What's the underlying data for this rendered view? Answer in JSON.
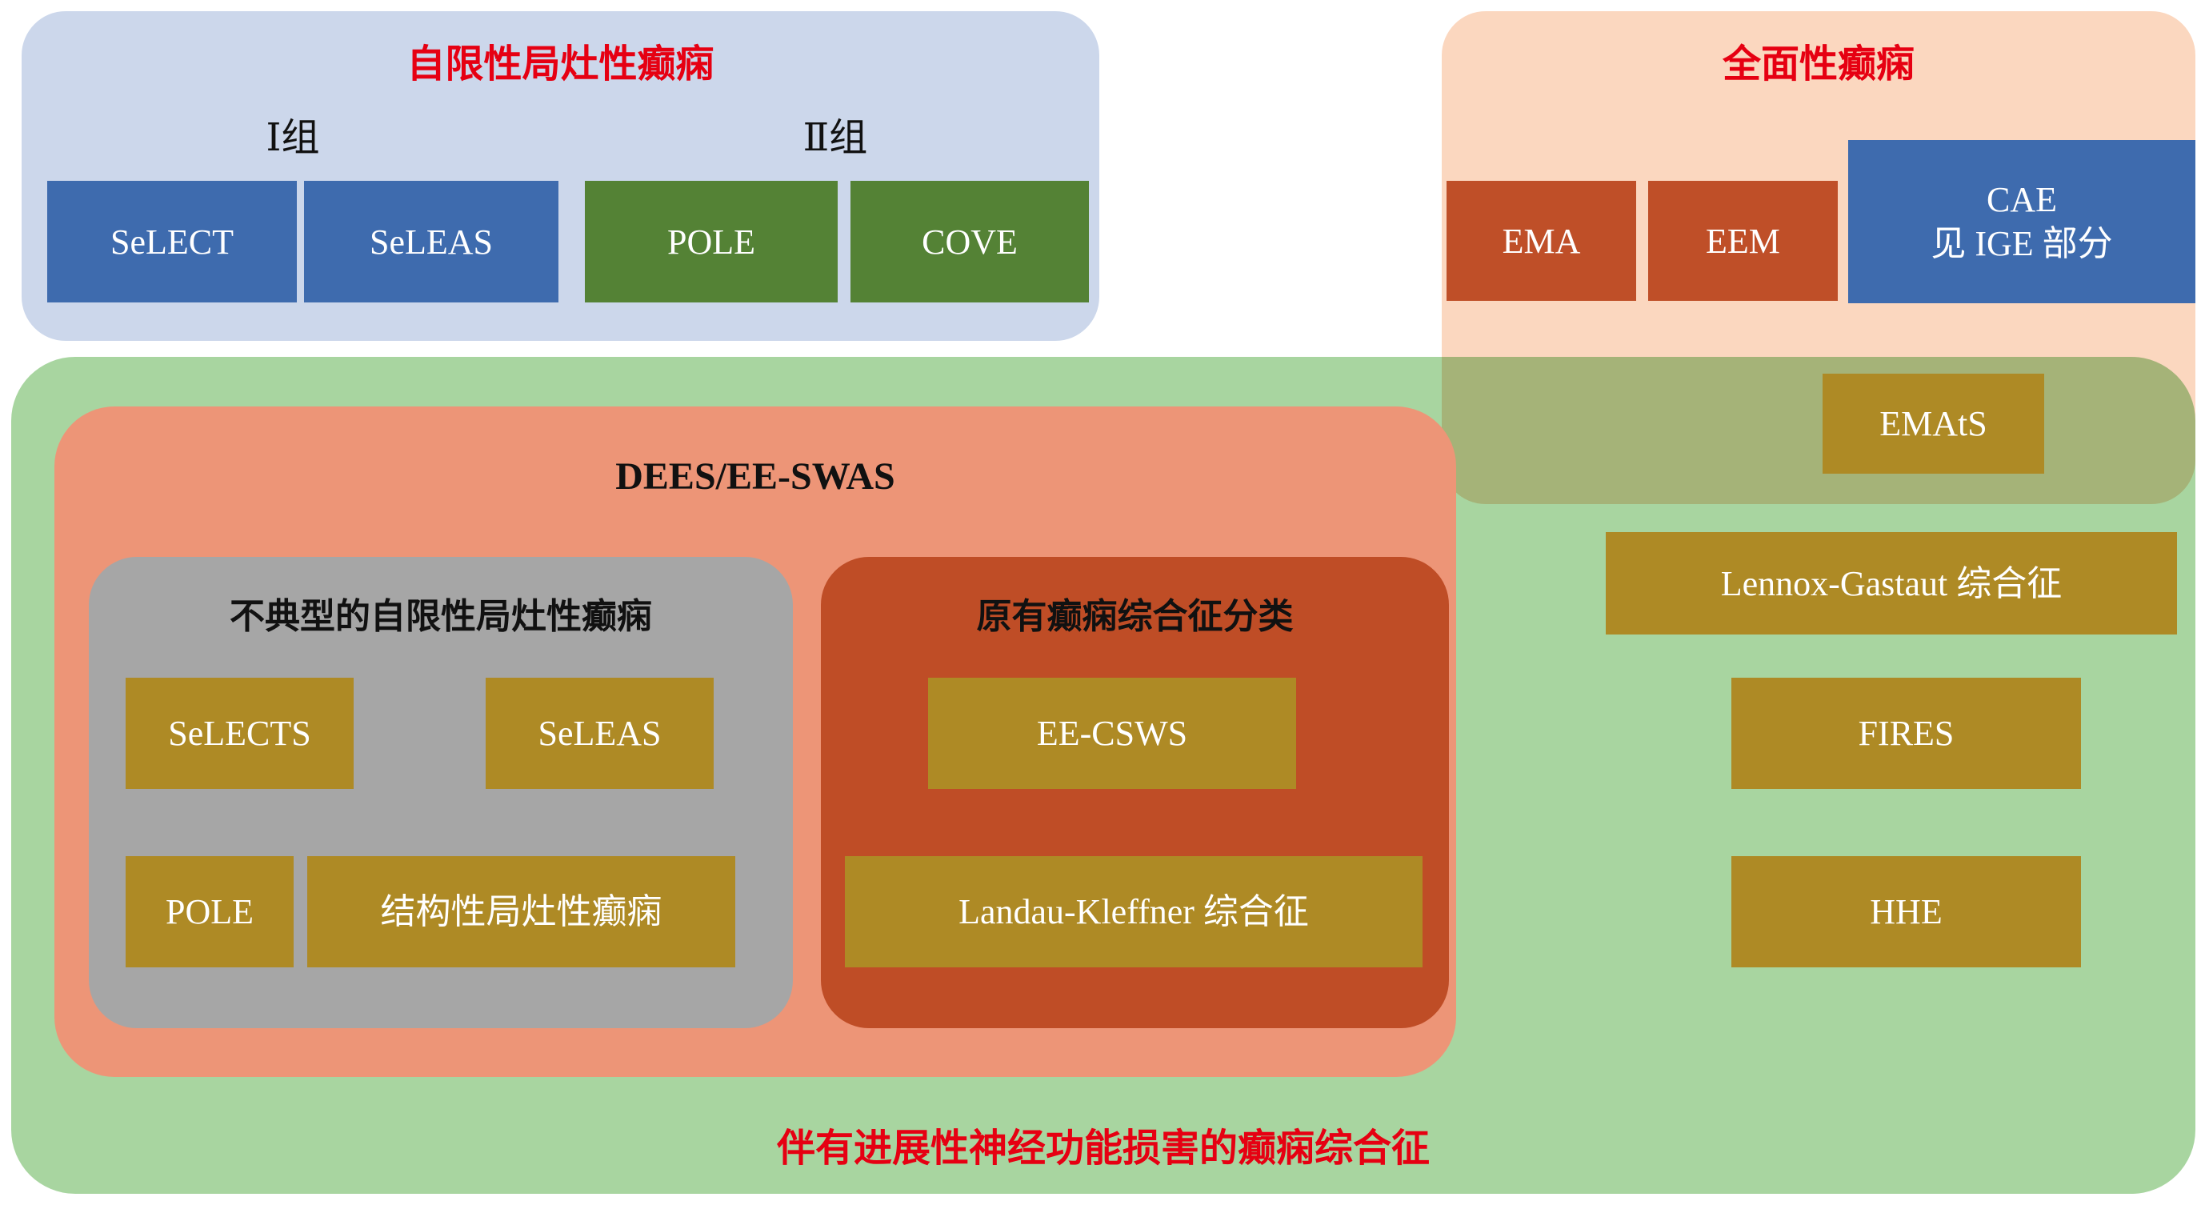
{
  "colors": {
    "redTitle": "#e60012",
    "lavender": "#ccd7eb",
    "peach": "#fbd7bf",
    "bigGreen": "#a8d5a0",
    "salmon": "#ed9577",
    "grayBox": "#a6a6a6",
    "brick": "#bf4d26",
    "blueBox": "#3e6bae",
    "greenBox": "#548235",
    "orangeBox": "#bf4f28",
    "goldBox": "#ae8a25"
  },
  "regions": {
    "selfLimited": {
      "title": "自限性局灶性癫痫",
      "group1_label": "Ⅰ组",
      "group2_label": "Ⅱ组",
      "group1_boxes": [
        "SeLECT",
        "SeLEAS"
      ],
      "group2_boxes": [
        "POLE",
        "COVE"
      ]
    },
    "generalized": {
      "title": "全面性癫痫",
      "boxes": [
        "EMA",
        "EEM"
      ],
      "cae_line1": "CAE",
      "cae_line2": "见 IGE 部分",
      "emats_label": "EMAtS"
    },
    "progressive": {
      "title": "伴有进展性神经功能损害的癫痫综合征",
      "dees": {
        "title": "DEES/EE-SWAS",
        "atypical": {
          "title": "不典型的自限性局灶性癫痫",
          "boxes": [
            "SeLECTS",
            "SeLEAS",
            "POLE",
            "结构性局灶性癫痫"
          ]
        },
        "original": {
          "title": "原有癫痫综合征分类",
          "boxes": [
            "EE-CSWS",
            "Landau-Kleffner 综合征"
          ]
        }
      },
      "right_boxes": [
        "Lennox-Gastaut 综合征",
        "FIRES",
        "HHE"
      ]
    }
  }
}
